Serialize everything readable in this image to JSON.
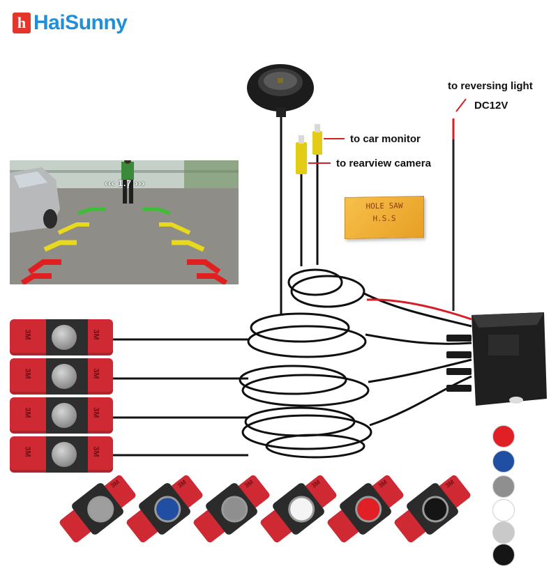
{
  "brand": {
    "logo_letter": "h",
    "name": "HaiSunny"
  },
  "labels": {
    "reversing_light": "to reversing light",
    "dc12v": "DC12V",
    "car_monitor": "to car monitor",
    "rearview_camera": "to rearview camera"
  },
  "camera_view": {
    "distance": "1.7"
  },
  "hole_saw_box": {
    "line1": "HOLE SAW",
    "line2": "H.S.S"
  },
  "sensor_brand": "3M",
  "colors": {
    "accent_red": "#cf2a33",
    "brand_blue": "#1e8fd8",
    "brand_red": "#e5352a",
    "guide_green": "#3cbf35",
    "guide_yellow": "#e8d81e",
    "guide_red": "#e02020",
    "swatches": [
      "#e02024",
      "#1f4ea3",
      "#8f8f8f",
      "#ffffff",
      "#c9c9c9",
      "#151515"
    ],
    "bottom_sensor_caps": [
      "#9e9e9e",
      "#1f4ea3",
      "#8f8f8f",
      "#f4f4f4",
      "#e02024",
      "#151515"
    ]
  }
}
